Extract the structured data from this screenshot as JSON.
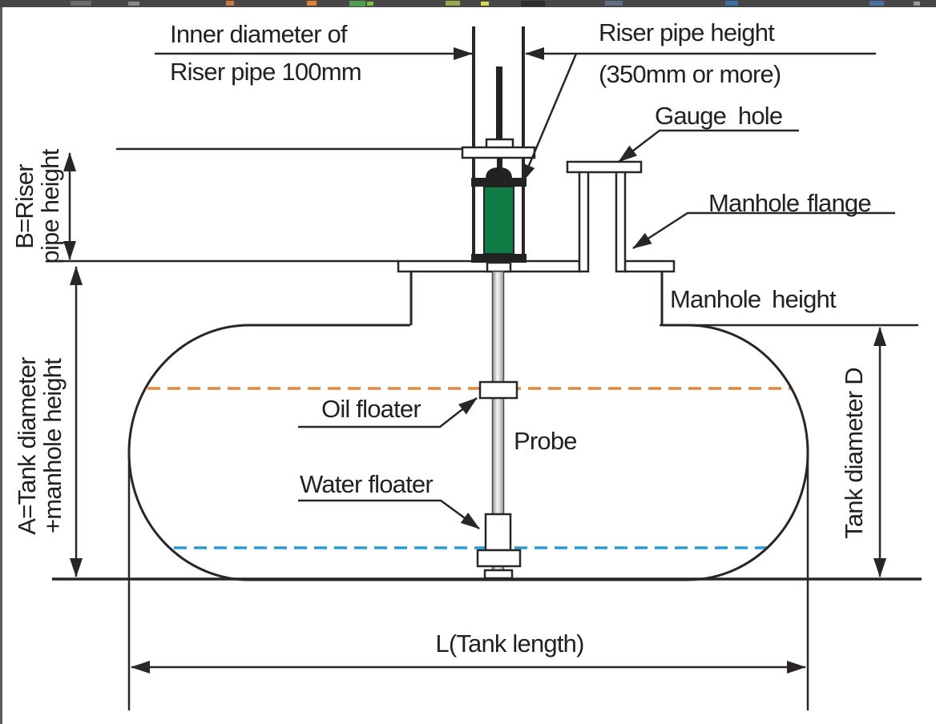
{
  "labels": {
    "inner_diameter": {
      "line1": "Inner diameter of",
      "line2": "Riser pipe 100mm"
    },
    "riser_pipe_height": {
      "line1": "Riser pipe height",
      "line2": "(350mm or more)"
    },
    "gauge_hole": "Gauge hole",
    "manhole_flange": "Manhole flange",
    "manhole_height": "Manhole height",
    "oil_floater": "Oil floater",
    "probe": "Probe",
    "water_floater": "Water floater",
    "tank_length": "L(Tank length)",
    "dim_b": {
      "line1": "B=Riser",
      "line2": "pipe height"
    },
    "dim_a": {
      "line1": "A=Tank diameter",
      "line2": "+manhole height"
    },
    "tank_diameter": "Tank diameter D"
  },
  "colors": {
    "line": "#2a2627",
    "text": "#241f20",
    "probe_green": "#0e7c44",
    "oil_level": "#e2873b",
    "water_level": "#2e9ad2",
    "rod_edge": "#4a4a4a"
  },
  "chrome": {
    "strip_color": "#474747",
    "left_border_color": "#3f3f3f",
    "fragment_colors": [
      "#6b6b6b",
      "#8a8a8a",
      "#c87a3a",
      "#e08030",
      "#4f9e4f",
      "#7ac143",
      "#9aa94a",
      "#d8d855",
      "#2e2e2e",
      "#5f6f7f",
      "#3b6ea5",
      "#4a6fa0",
      "#9b9b9b"
    ]
  }
}
